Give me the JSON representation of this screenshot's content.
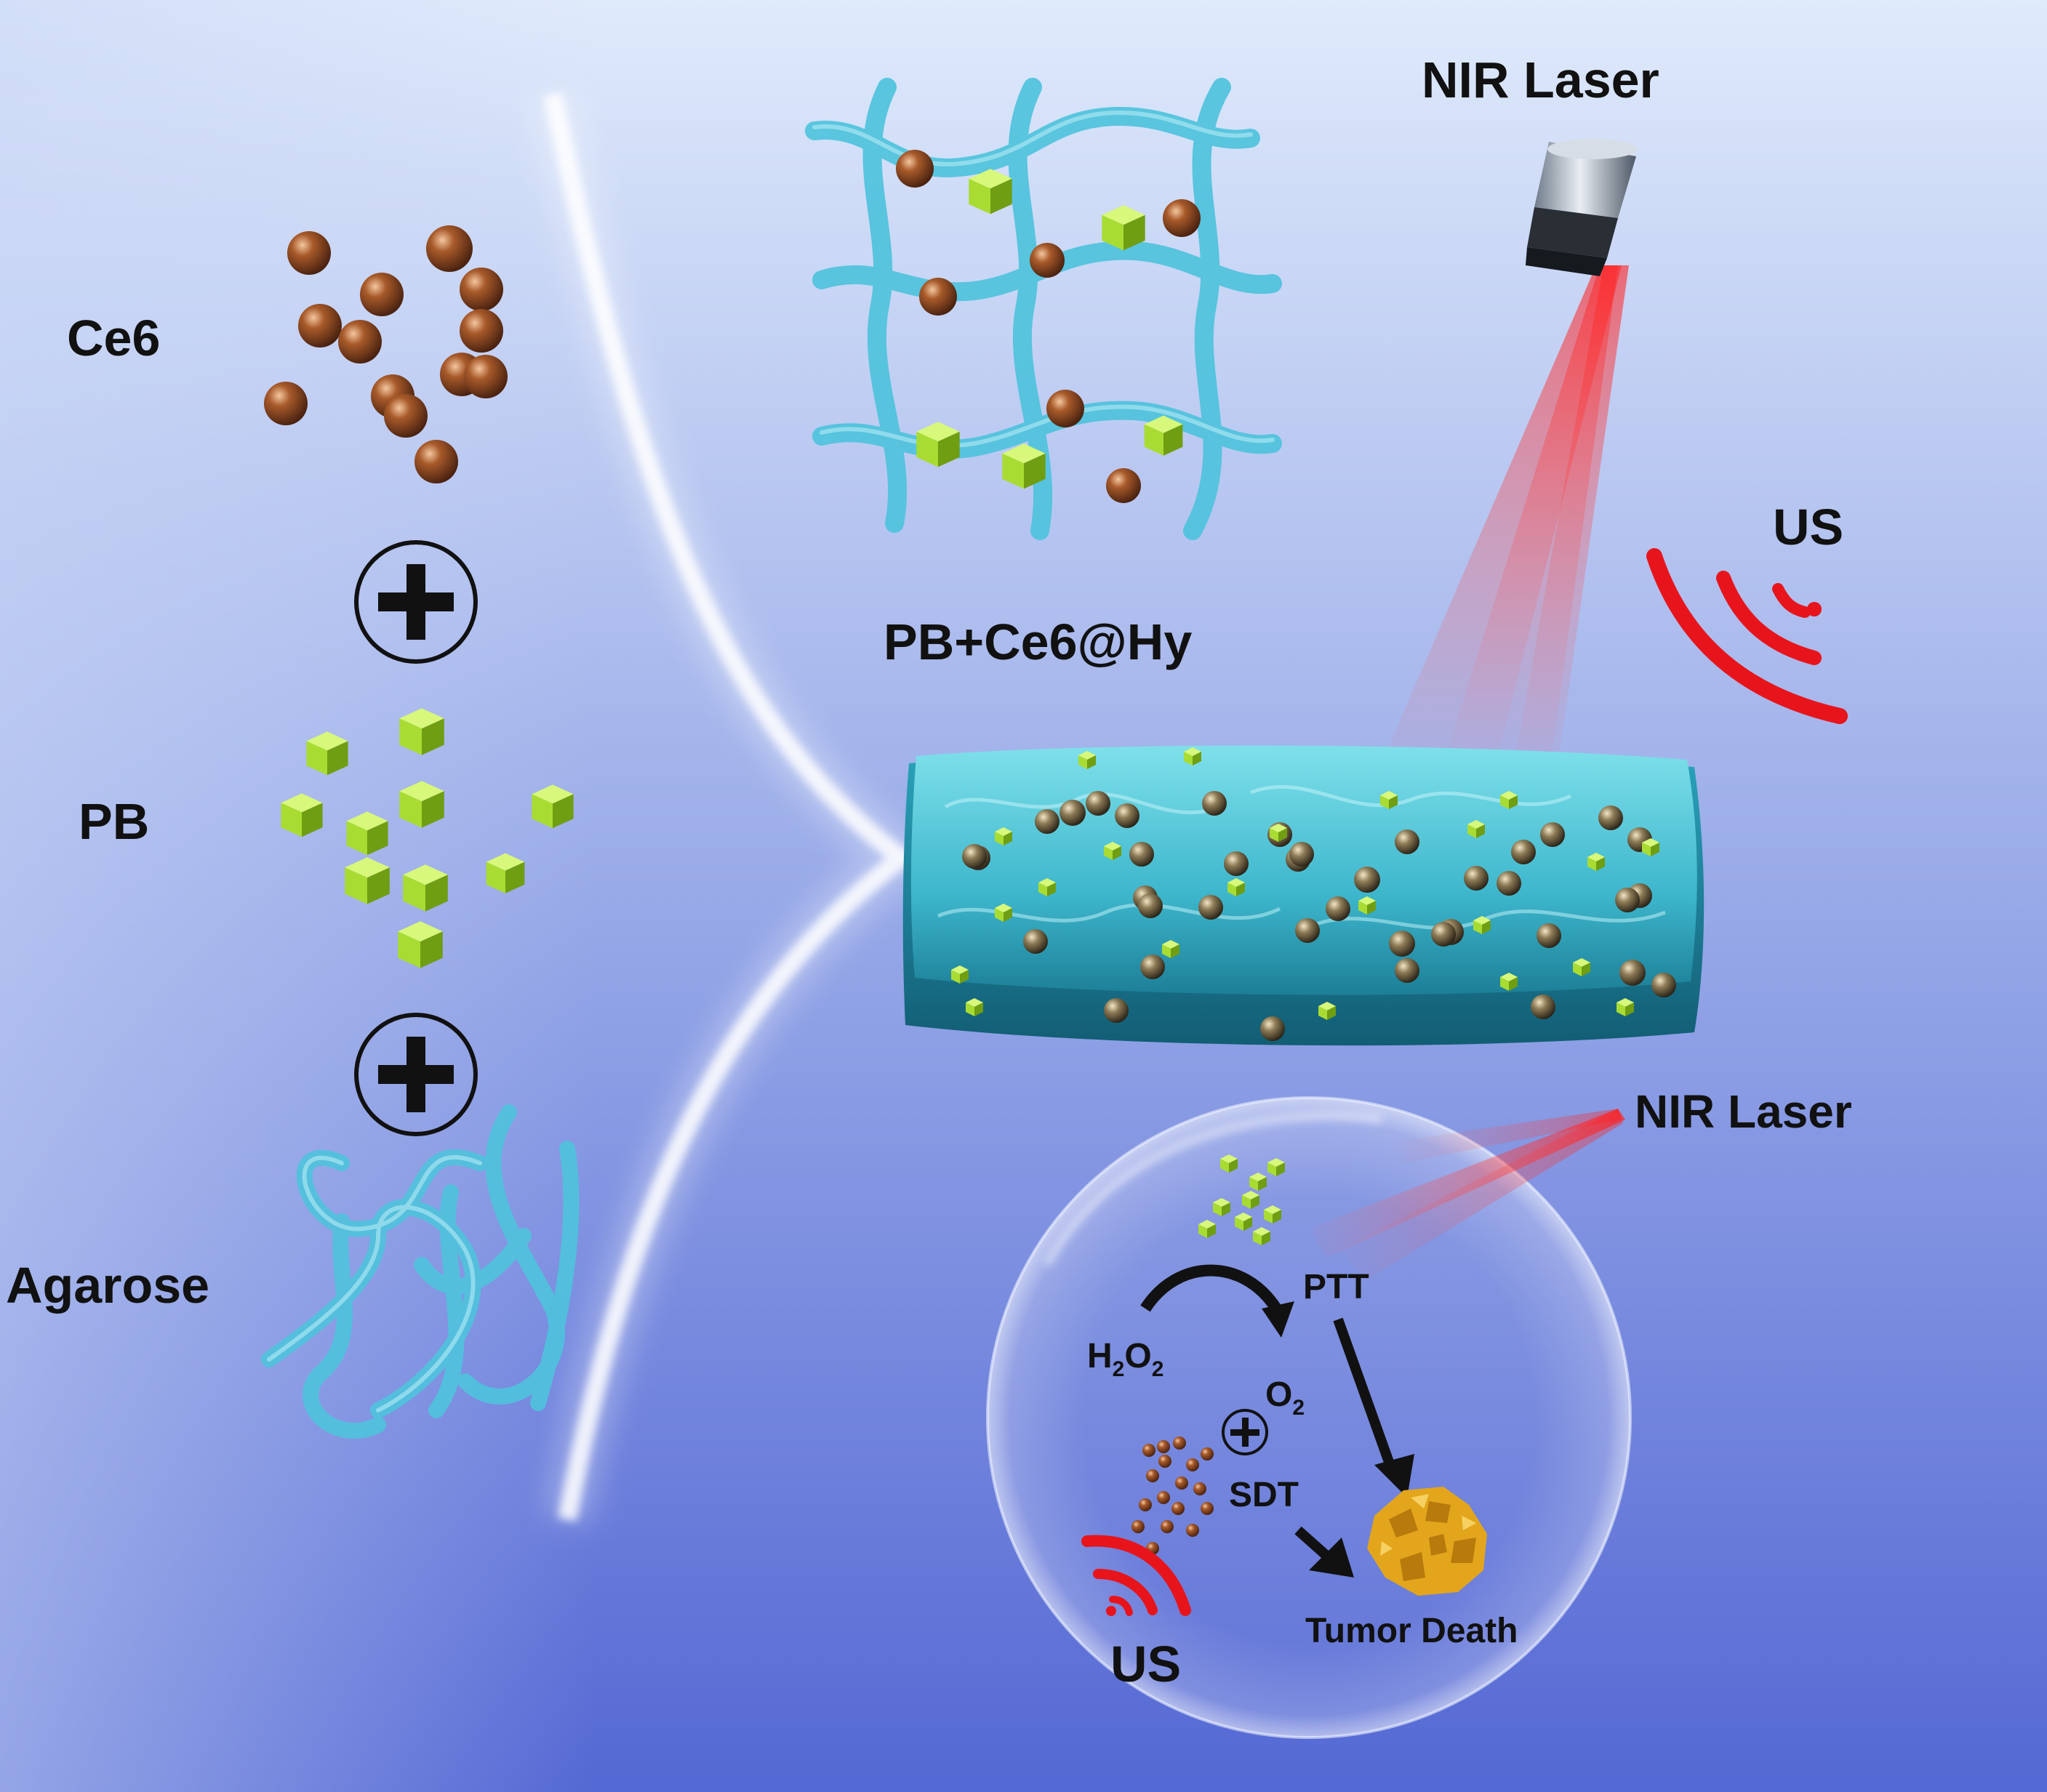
{
  "labels": {
    "ce6": "Ce6",
    "pb": "PB",
    "agarose": "Agarose",
    "composite": "PB+Ce6@Hy",
    "nir_laser_top": "NIR Laser",
    "us_top": "US",
    "nir_laser_mid": "NIR Laser",
    "ptt": "PTT",
    "sdt": "SDT",
    "h2o2": {
      "h": "H",
      "s1": "2",
      "o": "O",
      "s2": "2"
    },
    "o2": {
      "o": "O",
      "s": "2"
    },
    "tumor_death": "Tumor Death",
    "us_bottom": "US"
  },
  "colors": {
    "background_top": "#dce9fb",
    "background_bottom": "#5a6fd6",
    "ce6_sphere": "#8a4a22",
    "pb_cube": "#a6e23a",
    "hydrogel": "#3fb9cf",
    "laser": "#ff2b2b",
    "ultrasound": "#e8141b",
    "tumor": "#e2a51c"
  }
}
